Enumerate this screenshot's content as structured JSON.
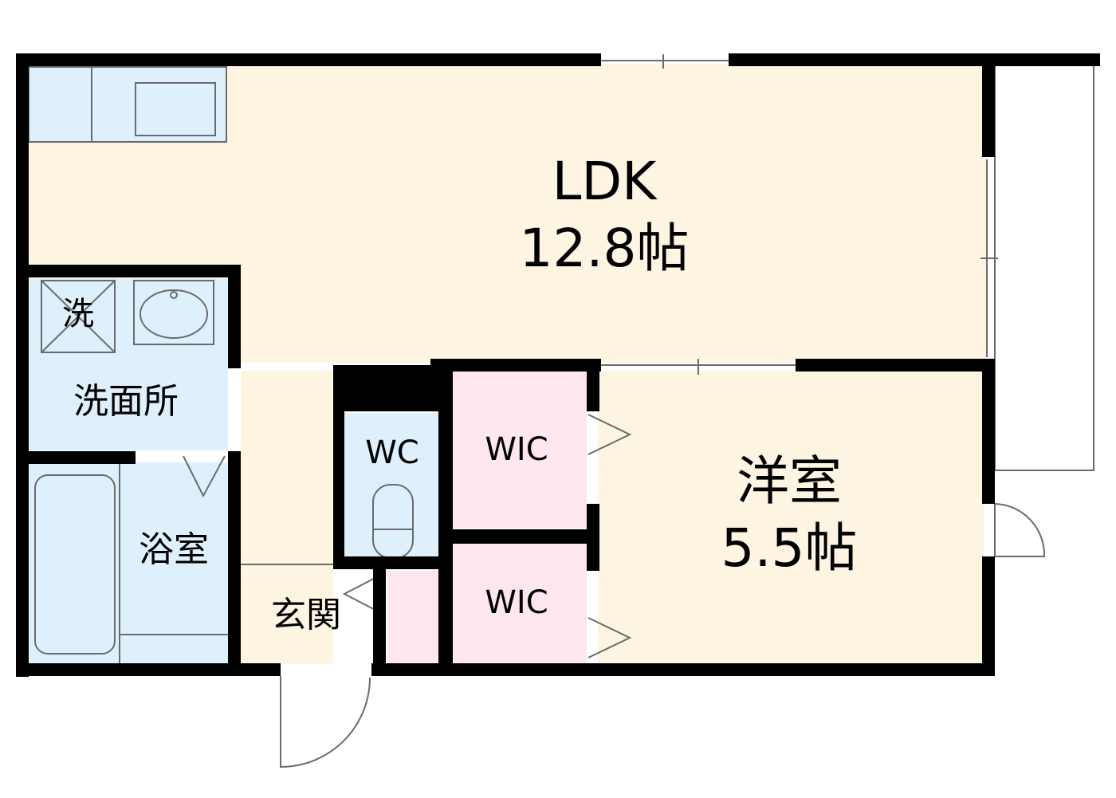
{
  "rooms": {
    "ldk": {
      "name": "LDK",
      "size": "12.8帖"
    },
    "western": {
      "name": "洋室",
      "size": "5.5帖"
    },
    "washroom": {
      "name": "洗面所",
      "washer_mark": "洗"
    },
    "bathroom": {
      "name": "浴室"
    },
    "entrance": {
      "name": "玄関"
    },
    "toilet": {
      "name": "WC"
    },
    "wic1": {
      "name": "WIC"
    },
    "wic2": {
      "name": "WIC"
    }
  },
  "colors": {
    "ldk_floor": "#fdf5e2",
    "western_floor": "#fdf5e2",
    "wet_area": "#dff0fd",
    "closet": "#fde6f0",
    "entrance_floor": "#fdf5e2",
    "wall": "#000000"
  }
}
